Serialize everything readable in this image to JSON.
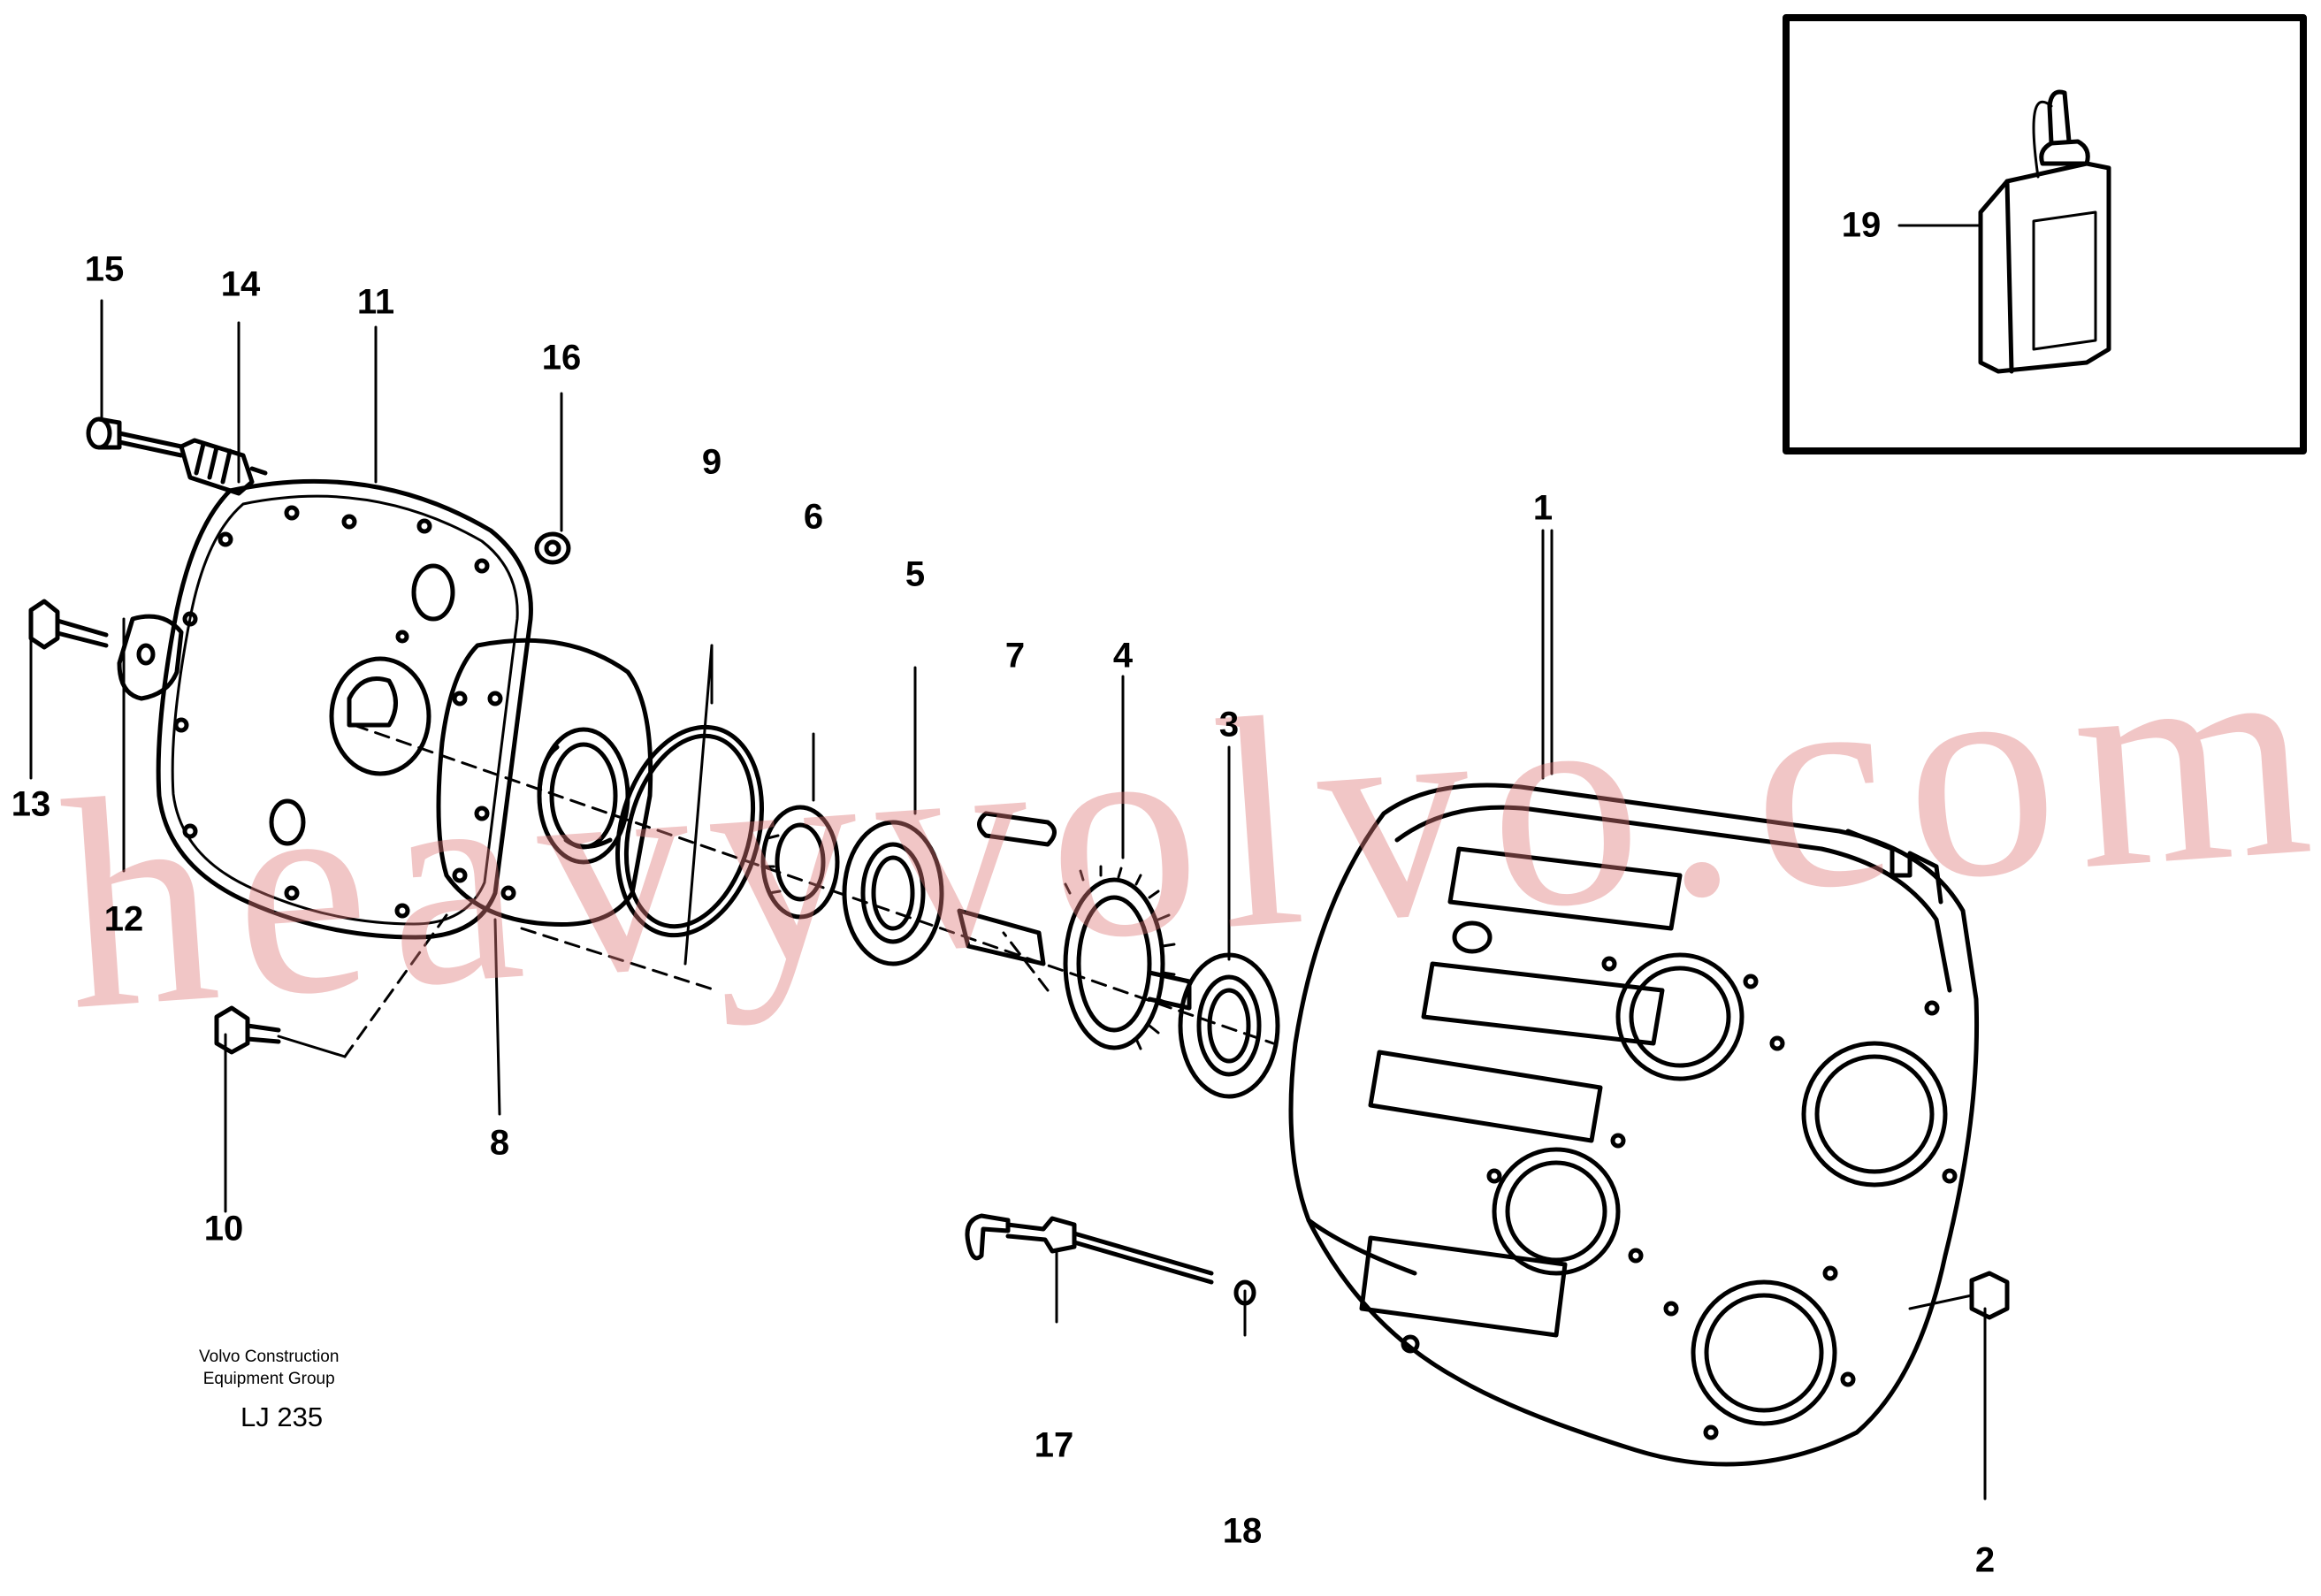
{
  "diagram": {
    "callouts": [
      {
        "id": "1",
        "label": "1"
      },
      {
        "id": "2",
        "label": "2"
      },
      {
        "id": "3",
        "label": "3"
      },
      {
        "id": "4",
        "label": "4"
      },
      {
        "id": "5",
        "label": "5"
      },
      {
        "id": "6",
        "label": "6"
      },
      {
        "id": "7",
        "label": "7"
      },
      {
        "id": "8",
        "label": "8"
      },
      {
        "id": "9",
        "label": "9"
      },
      {
        "id": "10",
        "label": "10"
      },
      {
        "id": "11",
        "label": "11"
      },
      {
        "id": "12",
        "label": "12"
      },
      {
        "id": "13",
        "label": "13"
      },
      {
        "id": "14",
        "label": "14"
      },
      {
        "id": "15",
        "label": "15"
      },
      {
        "id": "16",
        "label": "16"
      },
      {
        "id": "17",
        "label": "17"
      },
      {
        "id": "18",
        "label": "18"
      },
      {
        "id": "19",
        "label": "19"
      }
    ],
    "credit_line1": "Volvo Construction",
    "credit_line2": "Equipment Group",
    "drawing_code": "LJ 235",
    "watermark": "heavyvolvo.com",
    "colors": {
      "line": "#000000",
      "watermark": "#de7878",
      "background": "#ffffff"
    }
  }
}
